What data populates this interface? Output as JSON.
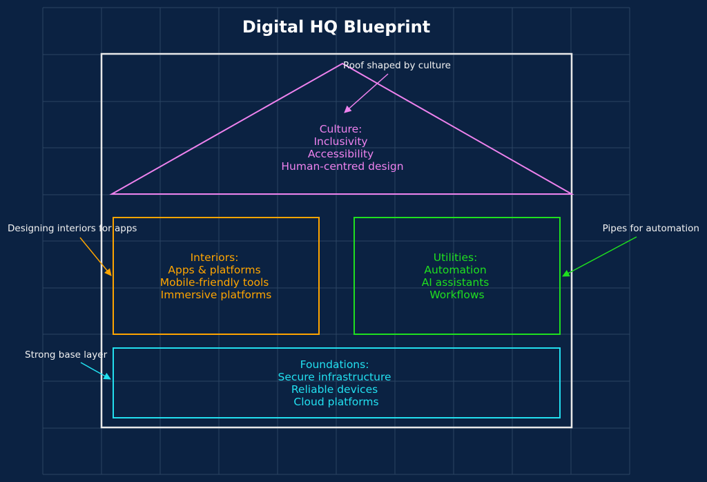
{
  "title": "Digital HQ Blueprint",
  "colors": {
    "background": "#0b2242",
    "grid": "#2b4463",
    "frame": "#e8e8e8",
    "title": "#ffffff",
    "callout_text": "#f2f2f2",
    "culture": "#ee82ee",
    "interiors": "#ffa500",
    "utilities": "#1fe01f",
    "foundations": "#22e0f0"
  },
  "sections": {
    "culture": {
      "lines": [
        "Culture:",
        "Inclusivity",
        "Accessibility",
        "Human-centred design"
      ]
    },
    "interiors": {
      "lines": [
        "Interiors:",
        "Apps & platforms",
        "Mobile-friendly tools",
        "Immersive platforms"
      ]
    },
    "utilities": {
      "lines": [
        "Utilities:",
        "Automation",
        "AI assistants",
        "Workflows"
      ]
    },
    "foundations": {
      "lines": [
        "Foundations:",
        "Secure infrastructure",
        "Reliable devices",
        "Cloud platforms"
      ]
    }
  },
  "callouts": {
    "roof": "Roof shaped by culture",
    "interiors": "Designing interiors for apps",
    "utilities": "Pipes for automation",
    "foundations": "Strong base layer"
  }
}
